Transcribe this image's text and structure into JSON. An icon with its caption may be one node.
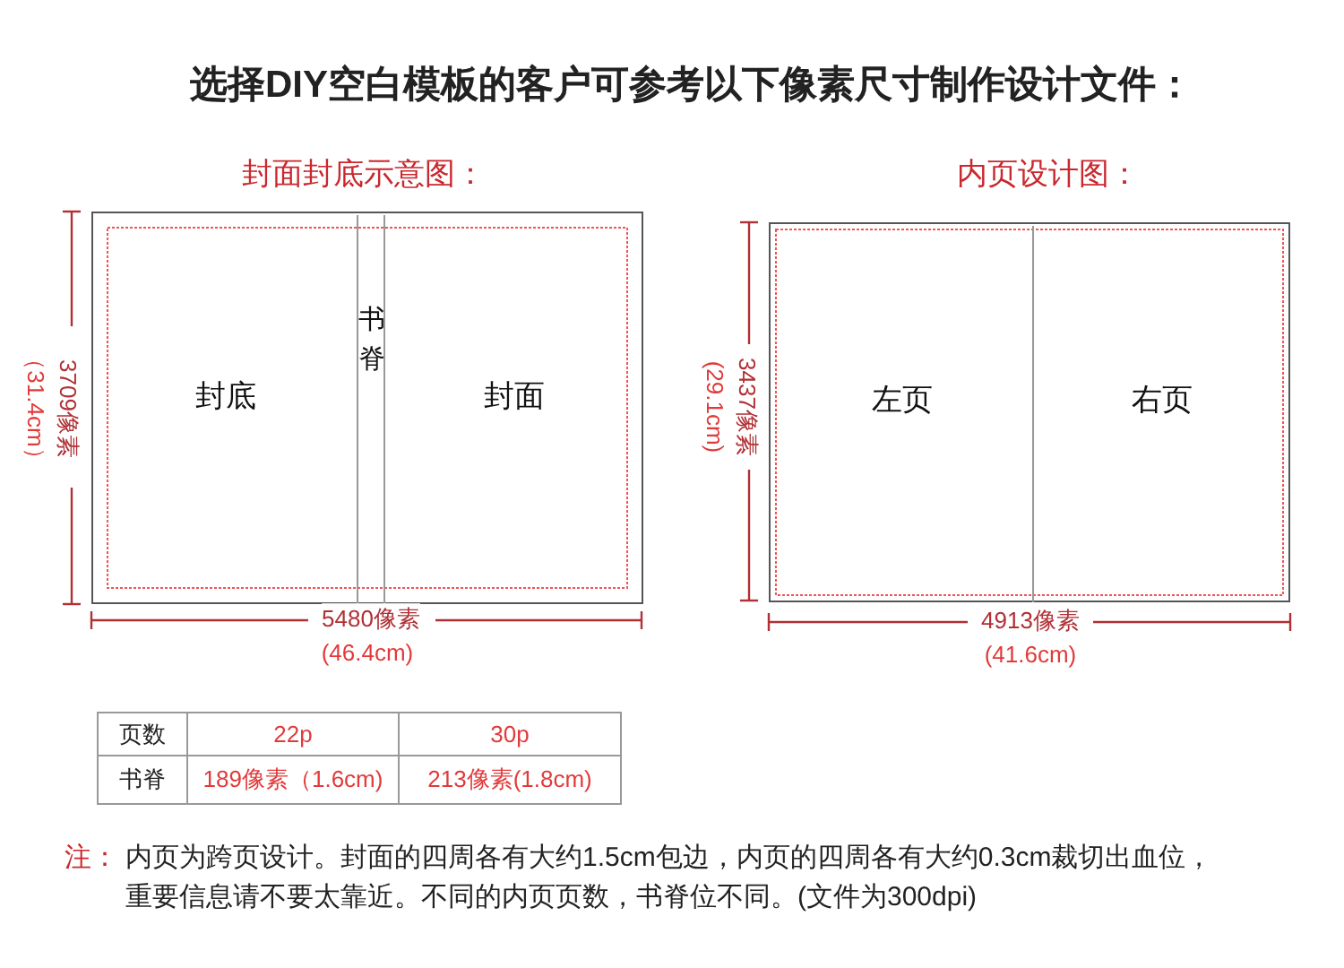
{
  "diagram": {
    "title": "选择DIY空白模板的客户可参考以下像素尺寸制作设计文件：",
    "nodes": [
      {
        "text": [],
        "shape": "box"
      },
      {
        "text": [
          "封底"
        ],
        "in": 0
      },
      {
        "text": [
          "书脊"
        ],
        "in": 0
      },
      {
        "text": [
          "封面"
        ],
        "in": 0
      },
      {
        "text": [],
        "shape": "box"
      },
      {
        "text": [
          "左页"
        ],
        "in": 4
      },
      {
        "text": [
          "右页"
        ],
        "in": 4
      }
    ],
    "edges": [],
    "labels": [
      "封面封底示意图：",
      "内页设计图：",
      "3709像素",
      "（31.4cm）",
      "5480像素",
      "(46.4cm)",
      "3437像素",
      "(29.1cm)",
      "4913像素",
      "(41.6cm)",
      "页数",
      "22p",
      "30p",
      "书脊",
      "189像素（1.6cm)",
      "213像素(1.8cm)",
      "注：",
      "内页为跨页设计。封面的四周各有大约1.5cm包边，内页的四周各有大约0.3cm裁切出血位，重要信息请不要太靠近。不同的内页页数，书脊位不同。(文件为300dpi)"
    ]
  }
}
